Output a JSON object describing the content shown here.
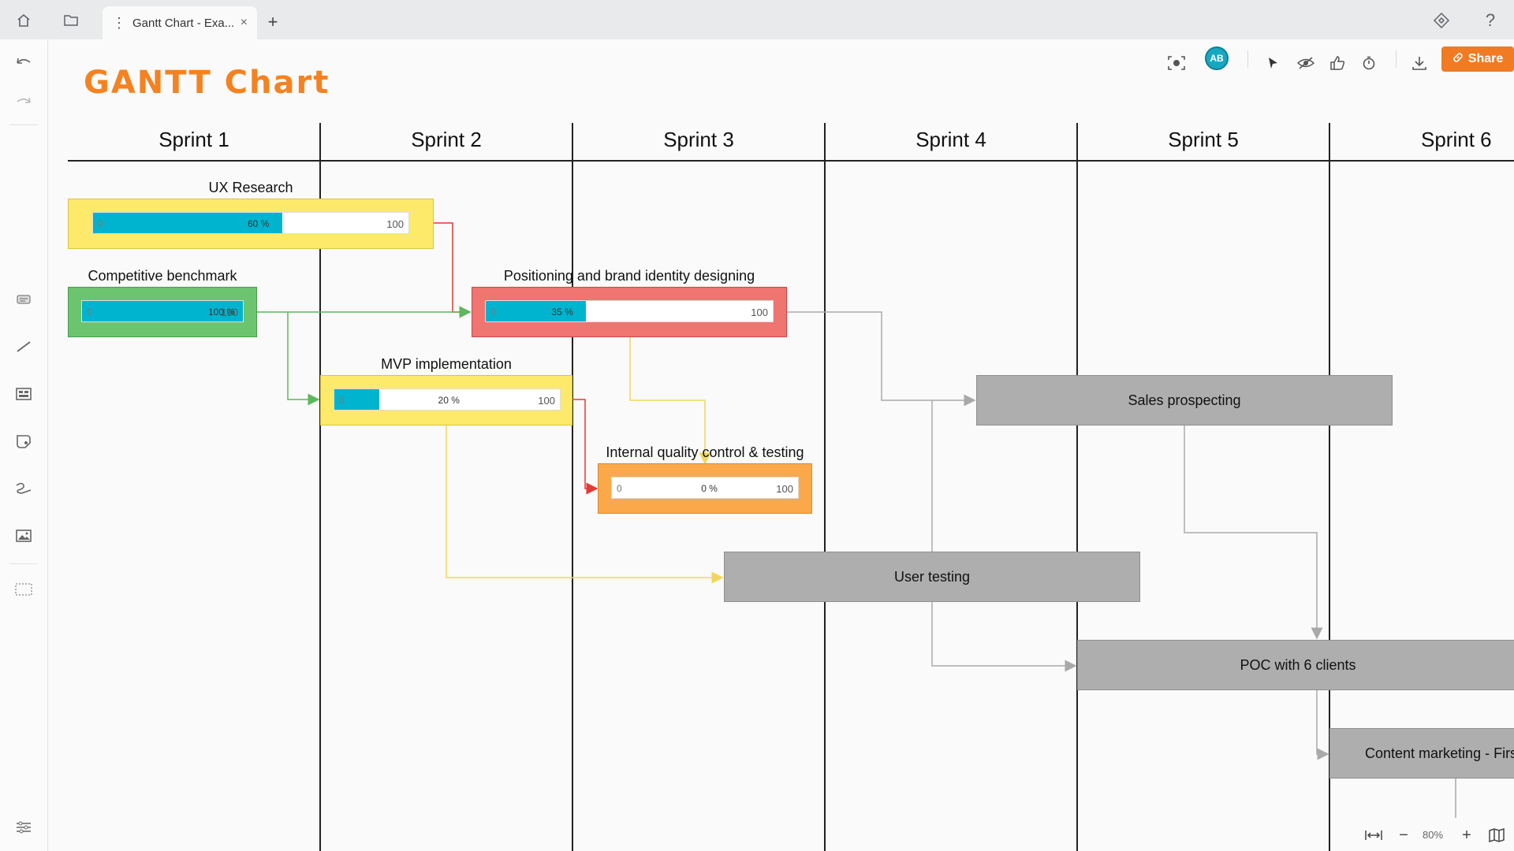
{
  "tabbar": {
    "tab_title": "Gantt Chart - Exa...",
    "close_glyph": "×",
    "new_tab_glyph": "+",
    "icons": [
      "home-icon",
      "folder-icon",
      "tab-menu-icon",
      "plugin-icon",
      "help-icon"
    ],
    "help_glyph": "?"
  },
  "leftbar": {
    "icons": [
      "undo-icon",
      "redo-icon",
      "sticky-note-icon",
      "line-icon",
      "template-icon",
      "shape-icon",
      "pen-icon",
      "image-icon",
      "frame-icon",
      "settings-icon"
    ]
  },
  "toolbar": {
    "avatar_initials": "AB",
    "share_label": "Share",
    "icons": [
      "focus-icon",
      "cursor-icon",
      "visibility-icon",
      "vote-icon",
      "timer-icon",
      "download-icon",
      "link-icon"
    ]
  },
  "board": {
    "title": "GANTT Chart",
    "title_color": "#f58220",
    "sprints": [
      "Sprint 1",
      "Sprint 2",
      "Sprint 3",
      "Sprint 4",
      "Sprint 5",
      "Sprint 6"
    ]
  },
  "tasks": [
    {
      "label": "UX Research",
      "color": "#fde96a",
      "progress": 60,
      "min": "0",
      "max": "100",
      "pct_text": "60 %"
    },
    {
      "label": "Competitive benchmark",
      "color": "#6cc56e",
      "progress": 100,
      "min": "0",
      "max": "100",
      "pct_text": "100 %"
    },
    {
      "label": "Positioning and brand identity designing",
      "color": "#f07470",
      "progress": 35,
      "min": "0",
      "max": "100",
      "pct_text": "35 %"
    },
    {
      "label": "MVP implementation",
      "color": "#fde96a",
      "progress": 20,
      "min": "0",
      "max": "100",
      "pct_text": "20 %"
    },
    {
      "label": "Internal quality control & testing",
      "color": "#fba84a",
      "progress": 0,
      "min": "0",
      "max": "100",
      "pct_text": "0 %"
    }
  ],
  "gray_tasks": [
    {
      "label": "Sales prospecting"
    },
    {
      "label": "User testing"
    },
    {
      "label": "POC with 6 clients"
    },
    {
      "label": "Content marketing - First r"
    }
  ],
  "link_colors": {
    "red": "#e53935",
    "green": "#5cb85c",
    "yellow": "#f2d65a",
    "gray": "#a9a9a9"
  },
  "zoom": {
    "value": "80%",
    "minus": "−",
    "plus": "+"
  }
}
